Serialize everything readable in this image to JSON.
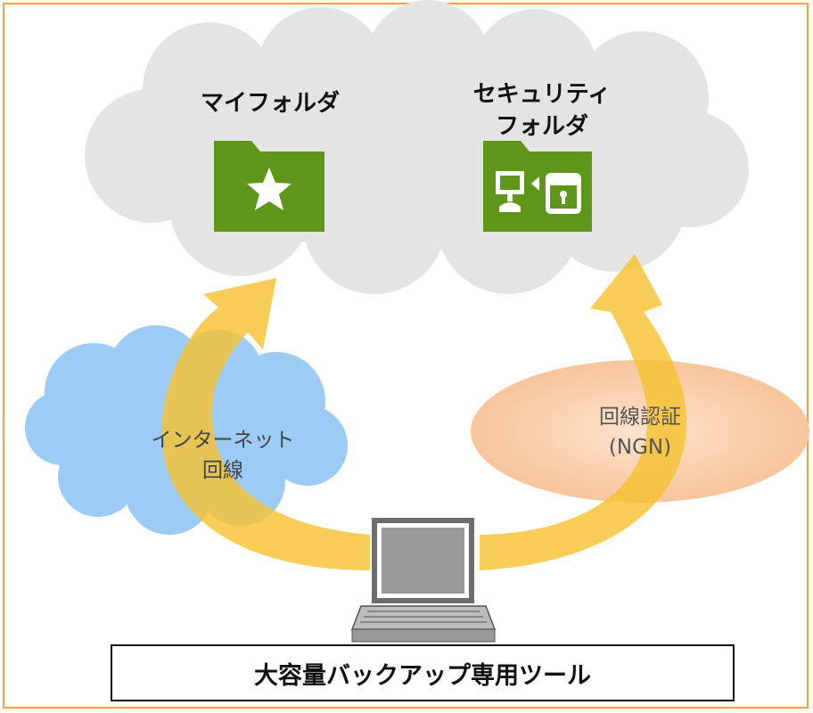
{
  "folders": {
    "my_folder": {
      "title": "マイフォルダ",
      "icon": "star-folder-icon"
    },
    "security_folder": {
      "title_line1": "セキュリティ",
      "title_line2": "フォルダ",
      "icon": "security-camera-lock-folder-icon"
    }
  },
  "routes": {
    "internet": {
      "line1": "インターネット",
      "line2": "回線",
      "color": "#9ccbf5"
    },
    "ngn": {
      "line1": "回線認証",
      "line2": "(NGN)",
      "color": "#f9c9a0"
    }
  },
  "tool": {
    "label": "大容量バックアップ専用ツール",
    "icon": "laptop-icon"
  },
  "colors": {
    "frame": "#f5a040",
    "cloud": "#e4e4e4",
    "folder": "#5d9619",
    "arrow": "#f5c232"
  }
}
